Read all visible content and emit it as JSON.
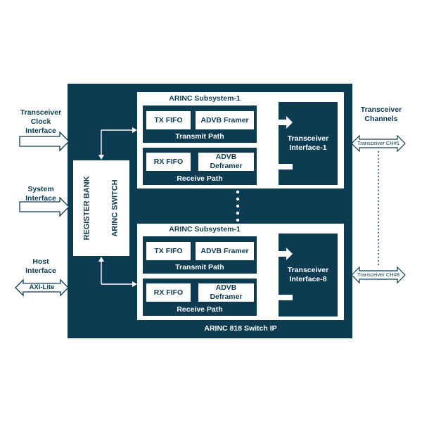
{
  "left": {
    "clock": "Transceiver\nClock\nInterface",
    "system": "System\nInterface",
    "host": "Host\nInterface",
    "axi": "AXI-Lite"
  },
  "right": {
    "channels": "Transceiver\nChannels",
    "ch1": "Transceiver CH#1",
    "ch8": "Transceiver CH#8"
  },
  "core": {
    "title": "ARINC 818 Switch IP",
    "register_bank": "REGISTER BANK",
    "arinc_switch": "ARINC SWITCH"
  },
  "subsystem1": {
    "title": "ARINC Subsystem-1",
    "tx_fifo": "TX FIFO",
    "framer": "ADVB Framer",
    "transmit_path": "Transmit Path",
    "rx_fifo": "RX FIFO",
    "deframer": "ADVB\nDeframer",
    "receive_path": "Receive Path",
    "transceiver": "Transceiver\nInterface-1"
  },
  "subsystem8": {
    "title": "ARINC Subsystem-1",
    "tx_fifo": "TX FIFO",
    "framer": "ADVB Framer",
    "transmit_path": "Transmit Path",
    "rx_fifo": "RX FIFO",
    "deframer": "ADVB\nDeframer",
    "receive_path": "Receive Path",
    "transceiver": "Transceiver\nInterface-8"
  },
  "colors": {
    "primary": "#0c3b52",
    "background": "#ffffff"
  }
}
